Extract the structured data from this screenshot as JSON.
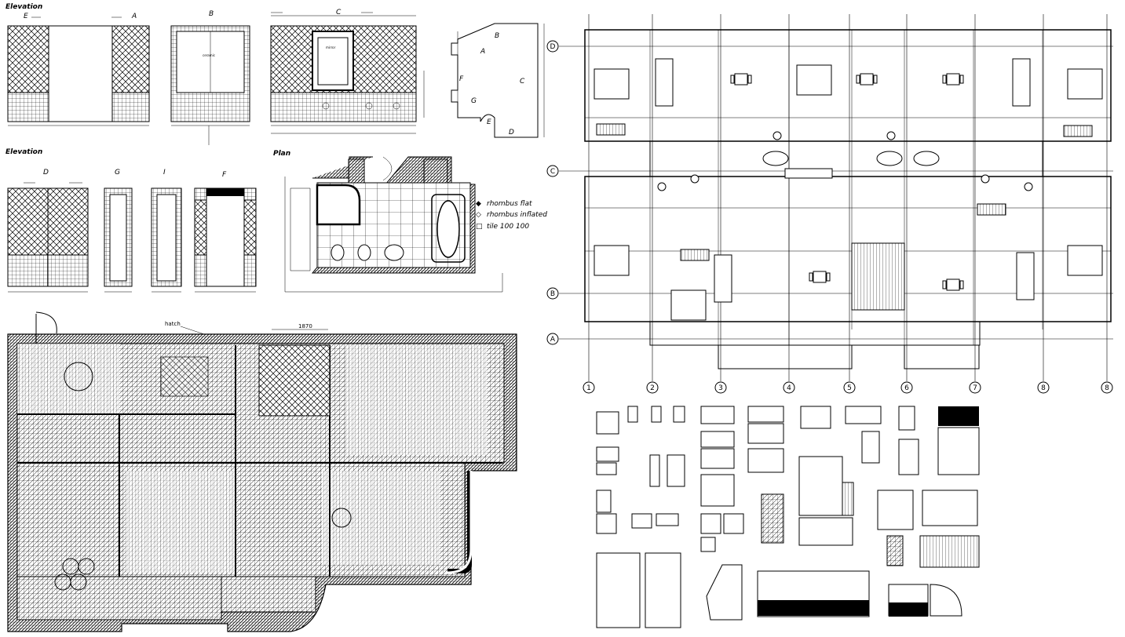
{
  "elevations": {
    "heading_top": "Elevation",
    "heading_bottom": "Elevation",
    "heading_plan": "Plan",
    "letters_top": [
      "E",
      "A",
      "B",
      "C"
    ],
    "letters_bottom": [
      "D",
      "G",
      "I",
      "F"
    ],
    "room_letters": [
      "B",
      "C",
      "F",
      "D",
      "A",
      "G",
      "E"
    ],
    "small_texts": [
      "ceramic",
      "mirror"
    ]
  },
  "legend": [
    {
      "symbol": "◆",
      "label": "rhombus flat"
    },
    {
      "symbol": "◇",
      "label": "rhombus inflated"
    },
    {
      "symbol": "□",
      "label": "tile 100 100"
    }
  ],
  "floorplan_left": {
    "top_dim": "1870",
    "hatch_label": "hatch"
  },
  "grid_axes": {
    "rows": [
      "D",
      "C",
      "B",
      "A"
    ],
    "columns": [
      "1",
      "2",
      "3",
      "4",
      "5",
      "6",
      "7",
      "8",
      "8"
    ]
  }
}
